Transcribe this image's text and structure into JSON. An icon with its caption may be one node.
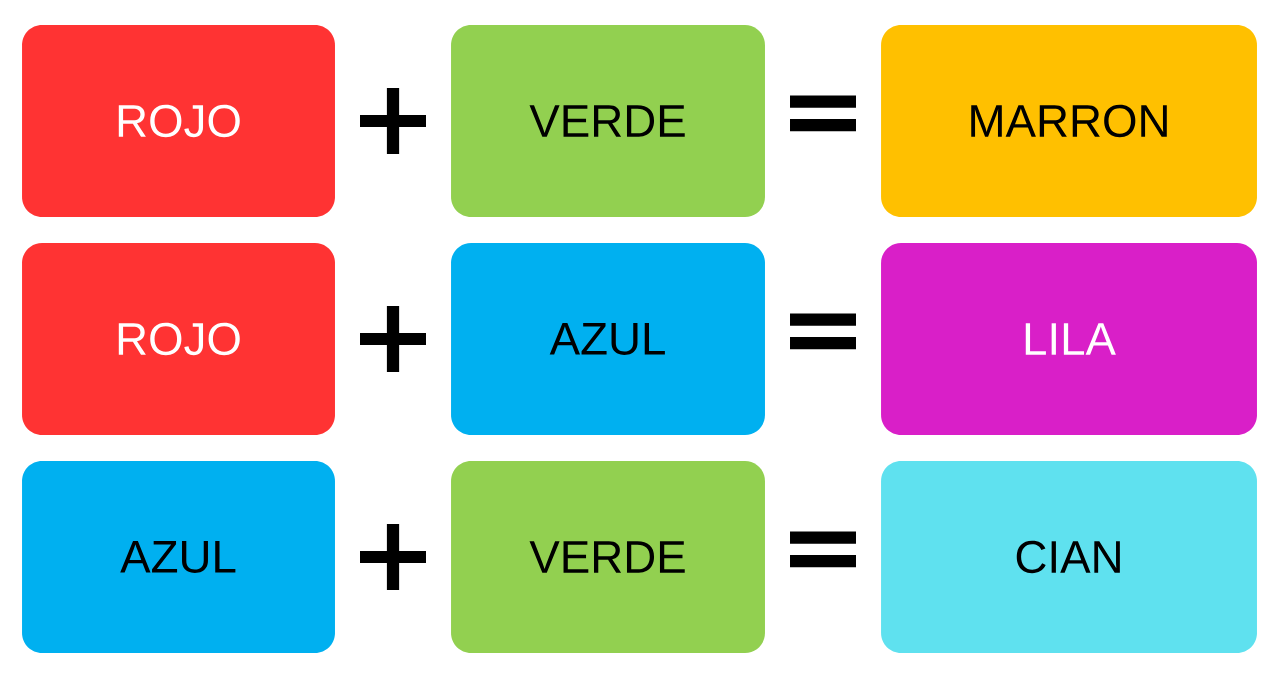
{
  "diagram": {
    "nodes": [
      {
        "text": [
          "ROJO"
        ]
      },
      {
        "text": [
          "VERDE"
        ]
      },
      {
        "text": [
          "MARRON"
        ]
      },
      {
        "text": [
          "ROJO"
        ]
      },
      {
        "text": [
          "AZUL"
        ]
      },
      {
        "text": [
          "LILA"
        ]
      },
      {
        "text": [
          "AZUL"
        ]
      },
      {
        "text": [
          "VERDE"
        ]
      },
      {
        "text": [
          "CIAN"
        ]
      }
    ],
    "labels": [
      "+",
      "=",
      "+",
      "=",
      "+",
      "="
    ]
  }
}
